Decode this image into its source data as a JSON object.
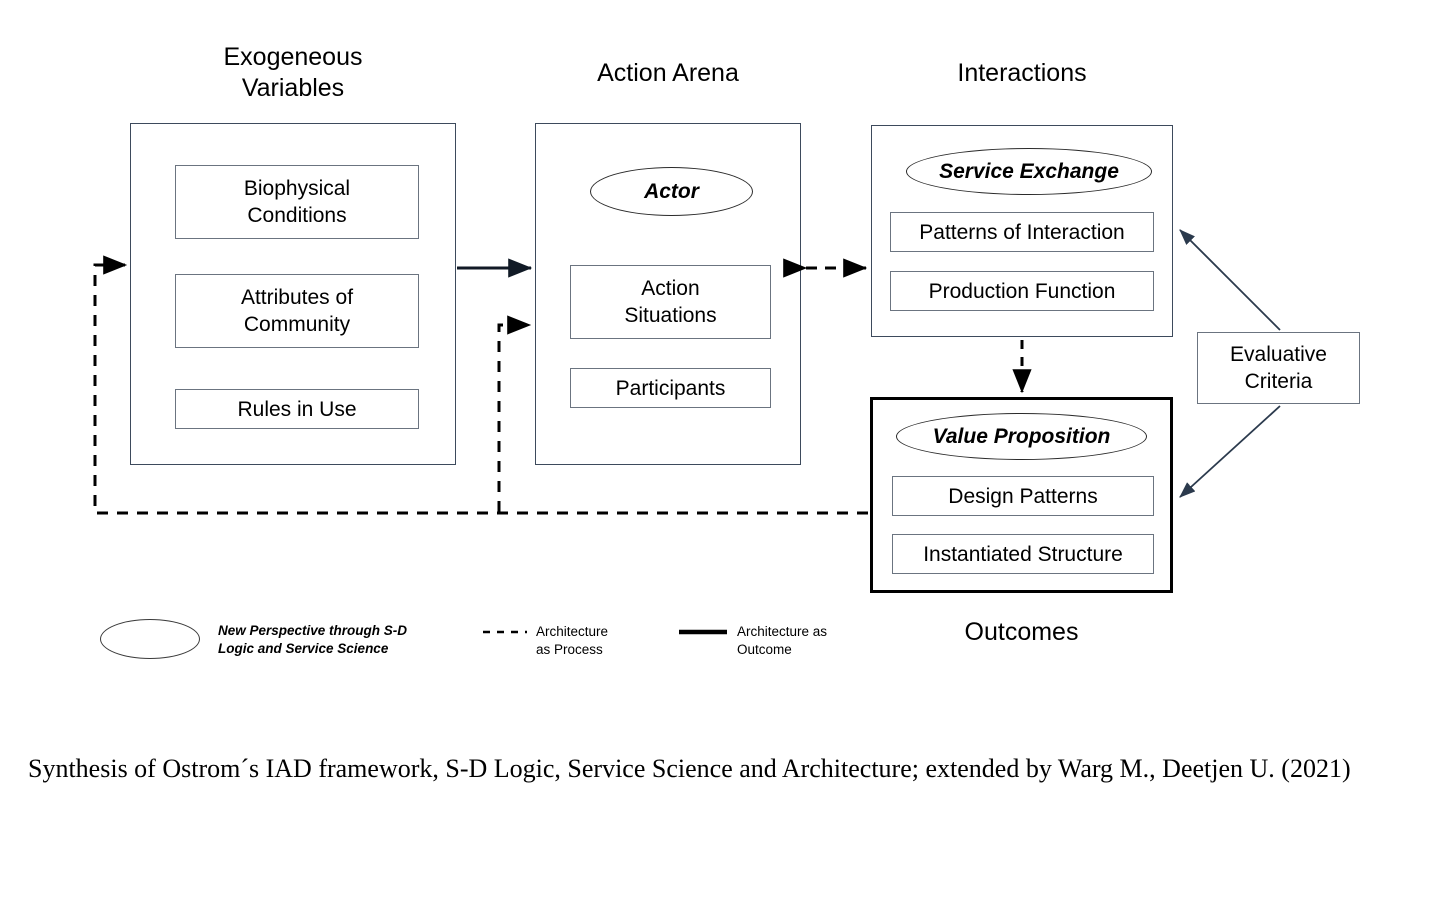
{
  "diagram": {
    "columns": [
      {
        "id": "exogenous",
        "title": "Exogeneous\nVariables"
      },
      {
        "id": "action-arena",
        "title": "Action Arena"
      },
      {
        "id": "interactions",
        "title": "Interactions"
      }
    ],
    "exogenous": {
      "items": [
        "Biophysical\nConditions",
        "Attributes of\nCommunity",
        "Rules in Use"
      ]
    },
    "action_arena": {
      "ellipse": "Actor",
      "items": [
        "Action\nSituations",
        "Participants"
      ]
    },
    "interactions": {
      "ellipse": "Service Exchange",
      "items": [
        "Patterns of Interaction",
        "Production Function"
      ]
    },
    "outcomes": {
      "label": "Outcomes",
      "ellipse": "Value Proposition",
      "items": [
        "Design Patterns",
        "Instantiated Structure"
      ]
    },
    "evaluative_criteria": {
      "label": "Evaluative\nCriteria"
    },
    "legend": [
      {
        "marker": "ellipse-marker",
        "text": "New Perspective  through S-D\nLogic and Service Science"
      },
      {
        "marker": "dashed-line-marker",
        "text": "Architecture\nas Process"
      },
      {
        "marker": "solid-line-marker",
        "text": "Architecture as\nOutcome"
      }
    ],
    "caption": "Synthesis of Ostrom´s IAD framework, S-D Logic, Service Science and Architecture; extended by Warg M., Deetjen U. (2021)",
    "colors": {
      "ink": "#000000",
      "box_border": "#3d4a5c",
      "sub_border": "#6b7480",
      "background": "#ffffff"
    }
  }
}
